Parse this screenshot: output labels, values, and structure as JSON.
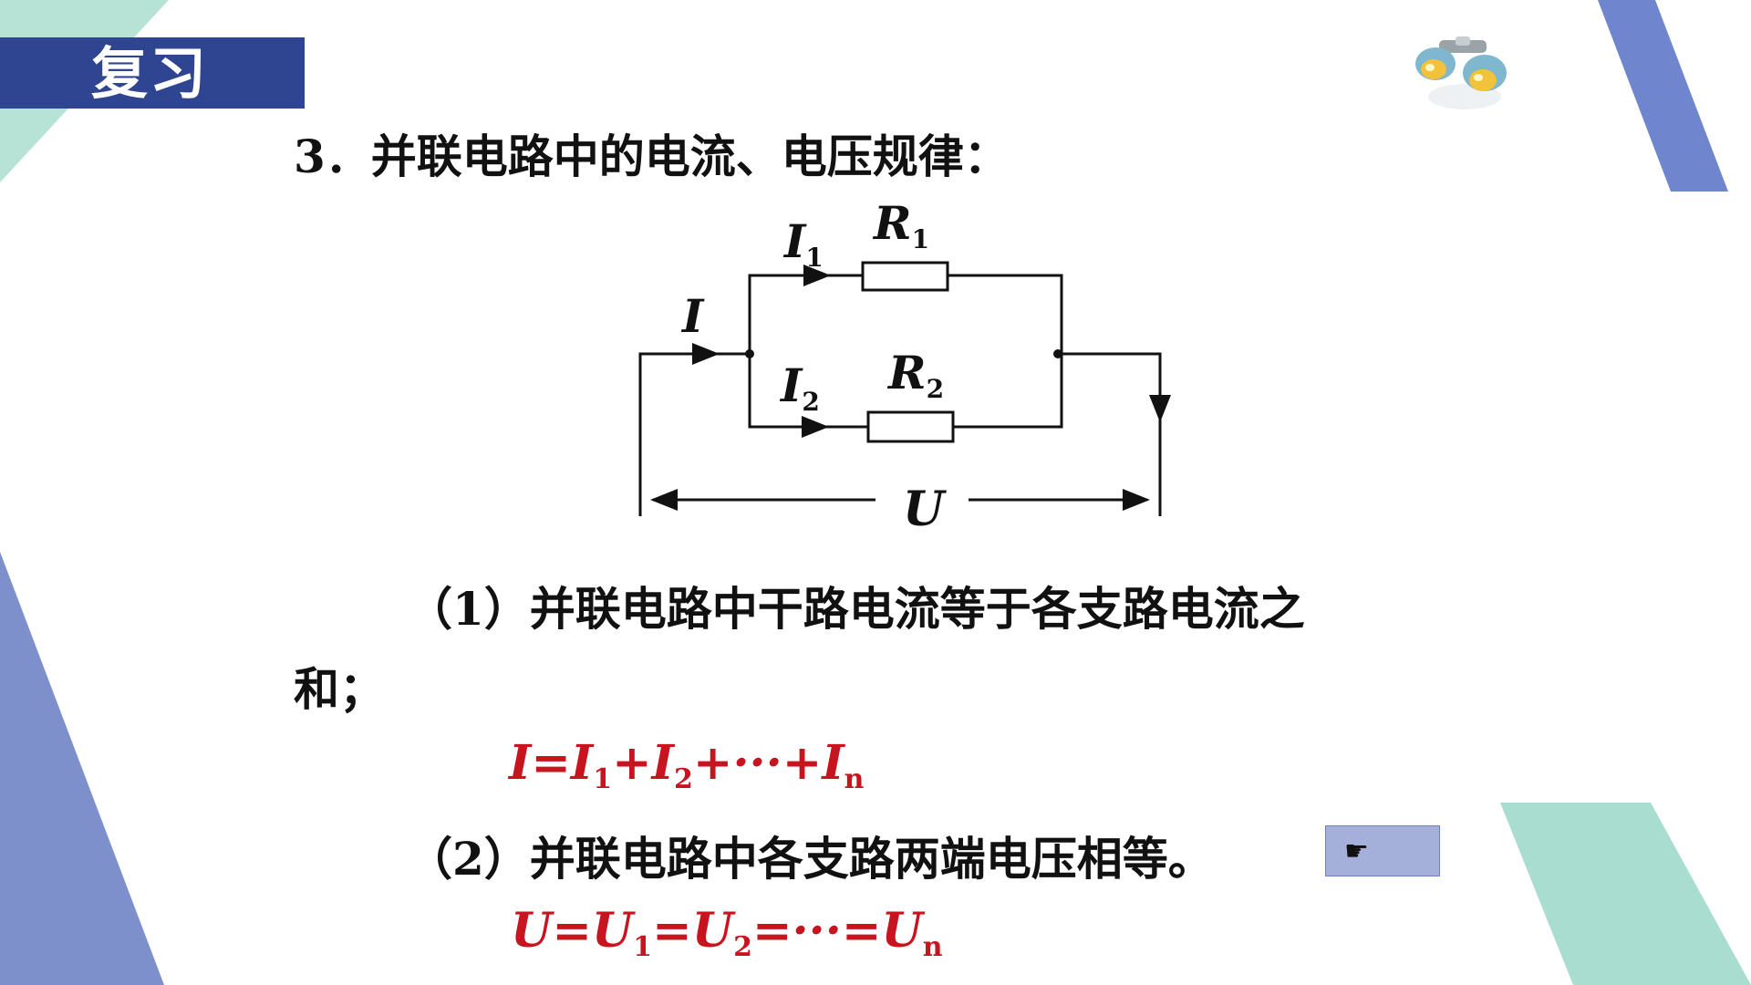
{
  "slide": {
    "title": "复习",
    "heading": {
      "number": "3",
      "text": "．并联电路中的电流、电压规律："
    },
    "circuit_labels": {
      "I1": "I",
      "I1_sub": "1",
      "R1": "R",
      "R1_sub": "1",
      "I": "I",
      "I2": "I",
      "I2_sub": "2",
      "R2": "R",
      "R2_sub": "2",
      "U": "U"
    },
    "rule1": {
      "open": "（",
      "number": "1",
      "close": "）",
      "text": "并联电路中干路电流等于各支路电流之",
      "cont": "和；"
    },
    "formula1": {
      "t0": "I=I",
      "s1": "1",
      "t1": "+I",
      "s2": "2",
      "t2": "+···+I",
      "s3": "n"
    },
    "rule2": {
      "open": "（",
      "number": "2",
      "close": "）",
      "text": "并联电路中各支路两端电压相等。"
    },
    "formula2": {
      "t0": "U=U",
      "s1": "1",
      "t1": "=U",
      "s2": "2",
      "t2": "=···=U",
      "s3": "n"
    },
    "hint_button": {
      "icon": "☛"
    }
  },
  "colors": {
    "title_bg": "#2f4591",
    "formula_red": "#c8141e",
    "deco_blue": "#6f86cf",
    "deco_teal": "#a9ddd0",
    "button_bg": "#a4b0d9"
  },
  "icons": [
    "binoculars-icon",
    "pointing-hand-icon"
  ]
}
